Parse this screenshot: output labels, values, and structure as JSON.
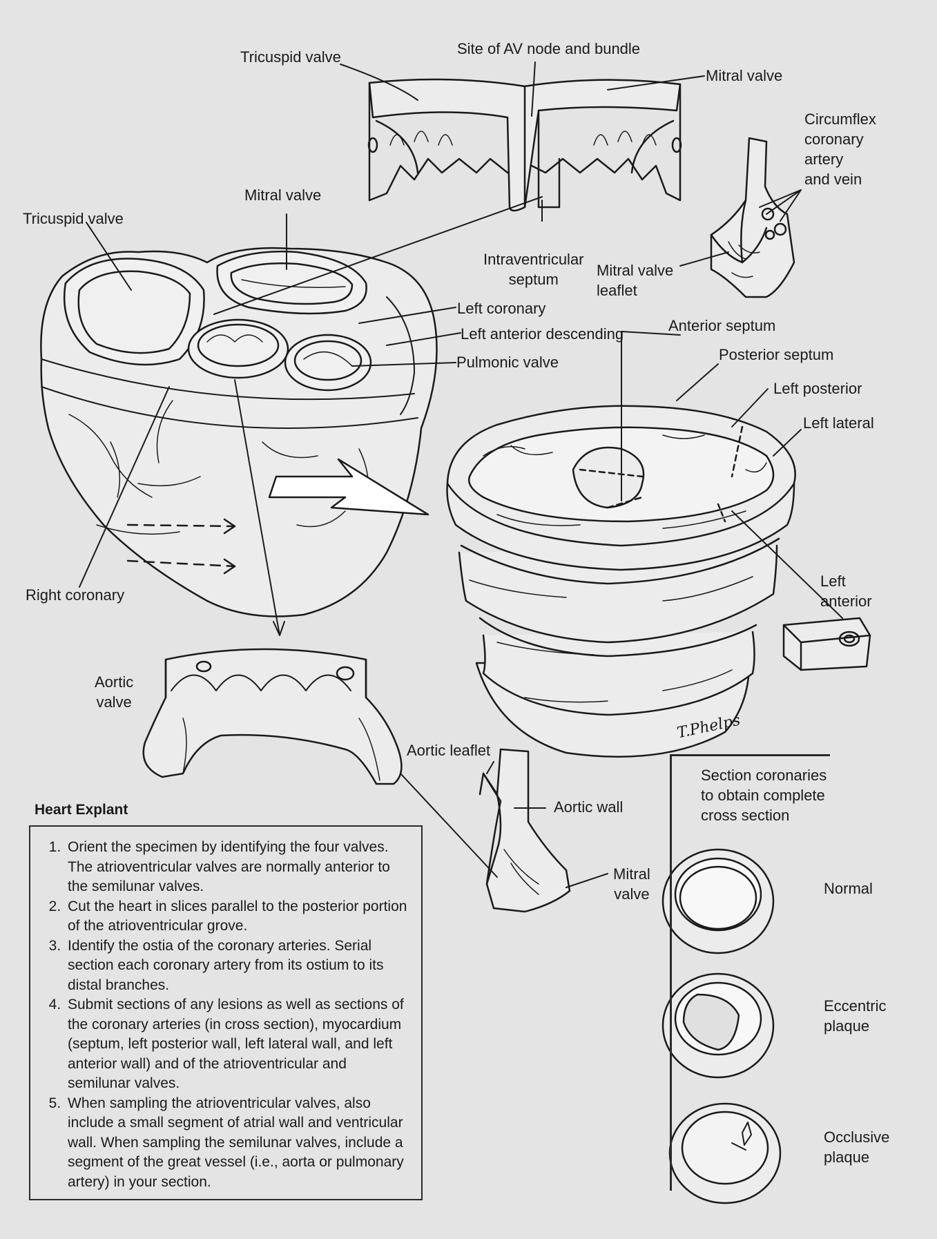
{
  "labels": {
    "tricuspid_top": "Tricuspid valve",
    "av_node": "Site of AV node and bundle",
    "mitral_top": "Mitral valve",
    "circumflex": "Circumflex\ncoronary\nartery\nand vein",
    "mitral_mid": "Mitral valve",
    "tricuspid_mid": "Tricuspid valve",
    "intraventricular": "Intraventricular\nseptum",
    "mitral_leaflet": "Mitral valve\nleaflet",
    "left_coronary": "Left coronary",
    "lad": "Left anterior descending",
    "anterior_septum": "Anterior septum",
    "pulmonic": "Pulmonic valve",
    "posterior_septum": "Posterior septum",
    "left_posterior": "Left posterior",
    "left_lateral": "Left lateral",
    "right_coronary": "Right coronary",
    "left_anterior": "Left\nanterior",
    "aortic_valve": "Aortic\nvalve",
    "aortic_leaflet": "Aortic leaflet",
    "aortic_wall": "Aortic wall",
    "mitral_bottom": "Mitral\nvalve",
    "section_coronaries": "Section coronaries\nto obtain complete\ncross section",
    "normal": "Normal",
    "eccentric": "Eccentric\nplaque",
    "occlusive": "Occlusive\nplaque"
  },
  "heading": "Heart Explant",
  "instructions": [
    "Orient the specimen by identifying the four valves. The atrioventricular valves are normally anterior to the semilunar valves.",
    "Cut the heart in slices parallel to the posterior portion of the atrioventricular grove.",
    "Identify the ostia of the coronary arteries. Serial section each coronary artery from its ostium to its distal branches.",
    "Submit sections of any lesions as well as sections of the coronary arteries (in cross section), myocardium (septum, left posterior wall, left lateral wall, and left anterior wall) and of the atrioventricular and semilunar valves.",
    "When sampling the atrioventricular valves, also include a small segment of atrial wall and ventricular wall. When sampling the semilunar valves, include a segment of the great vessel (i.e., aorta or pulmonary artery) in your section."
  ],
  "signature": "T.Phelps",
  "colors": {
    "background": "#e4e4e4",
    "ink": "#1a1a1a"
  }
}
